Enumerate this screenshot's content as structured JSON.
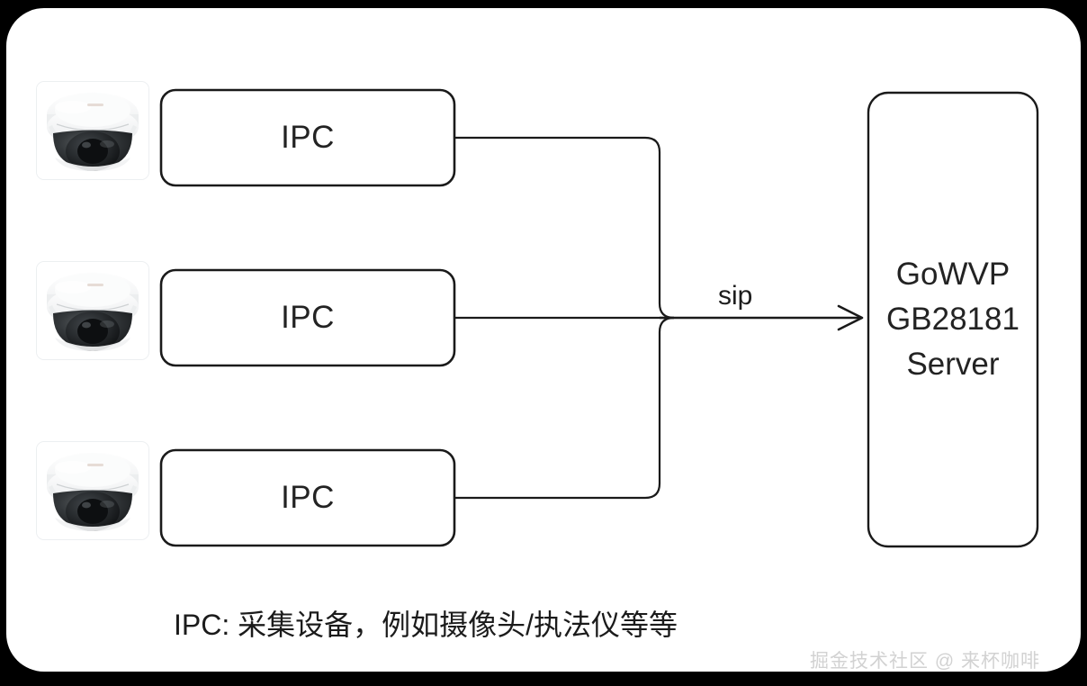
{
  "figure": {
    "background_color": "#000000",
    "card_color": "#ffffff",
    "stroke_color": "#1a1a1a",
    "text_color": "#232323"
  },
  "nodes": [
    {
      "id": "ipc-1",
      "label": "IPC",
      "icon": "dome-camera-icon"
    },
    {
      "id": "ipc-2",
      "label": "IPC",
      "icon": "dome-camera-icon"
    },
    {
      "id": "ipc-3",
      "label": "IPC",
      "icon": "dome-camera-icon"
    }
  ],
  "server": {
    "lines": [
      "GoWVP",
      "GB28181",
      "Server"
    ]
  },
  "edges": [
    {
      "from": "ipc-1",
      "to": "server",
      "label": ""
    },
    {
      "from": "ipc-2",
      "to": "server",
      "label": "sip"
    },
    {
      "from": "ipc-3",
      "to": "server",
      "label": ""
    }
  ],
  "edge_label": "sip",
  "caption": "IPC: 采集设备，例如摄像头/执法仪等等",
  "watermark": "掘金技术社区 @ 来杯咖啡"
}
